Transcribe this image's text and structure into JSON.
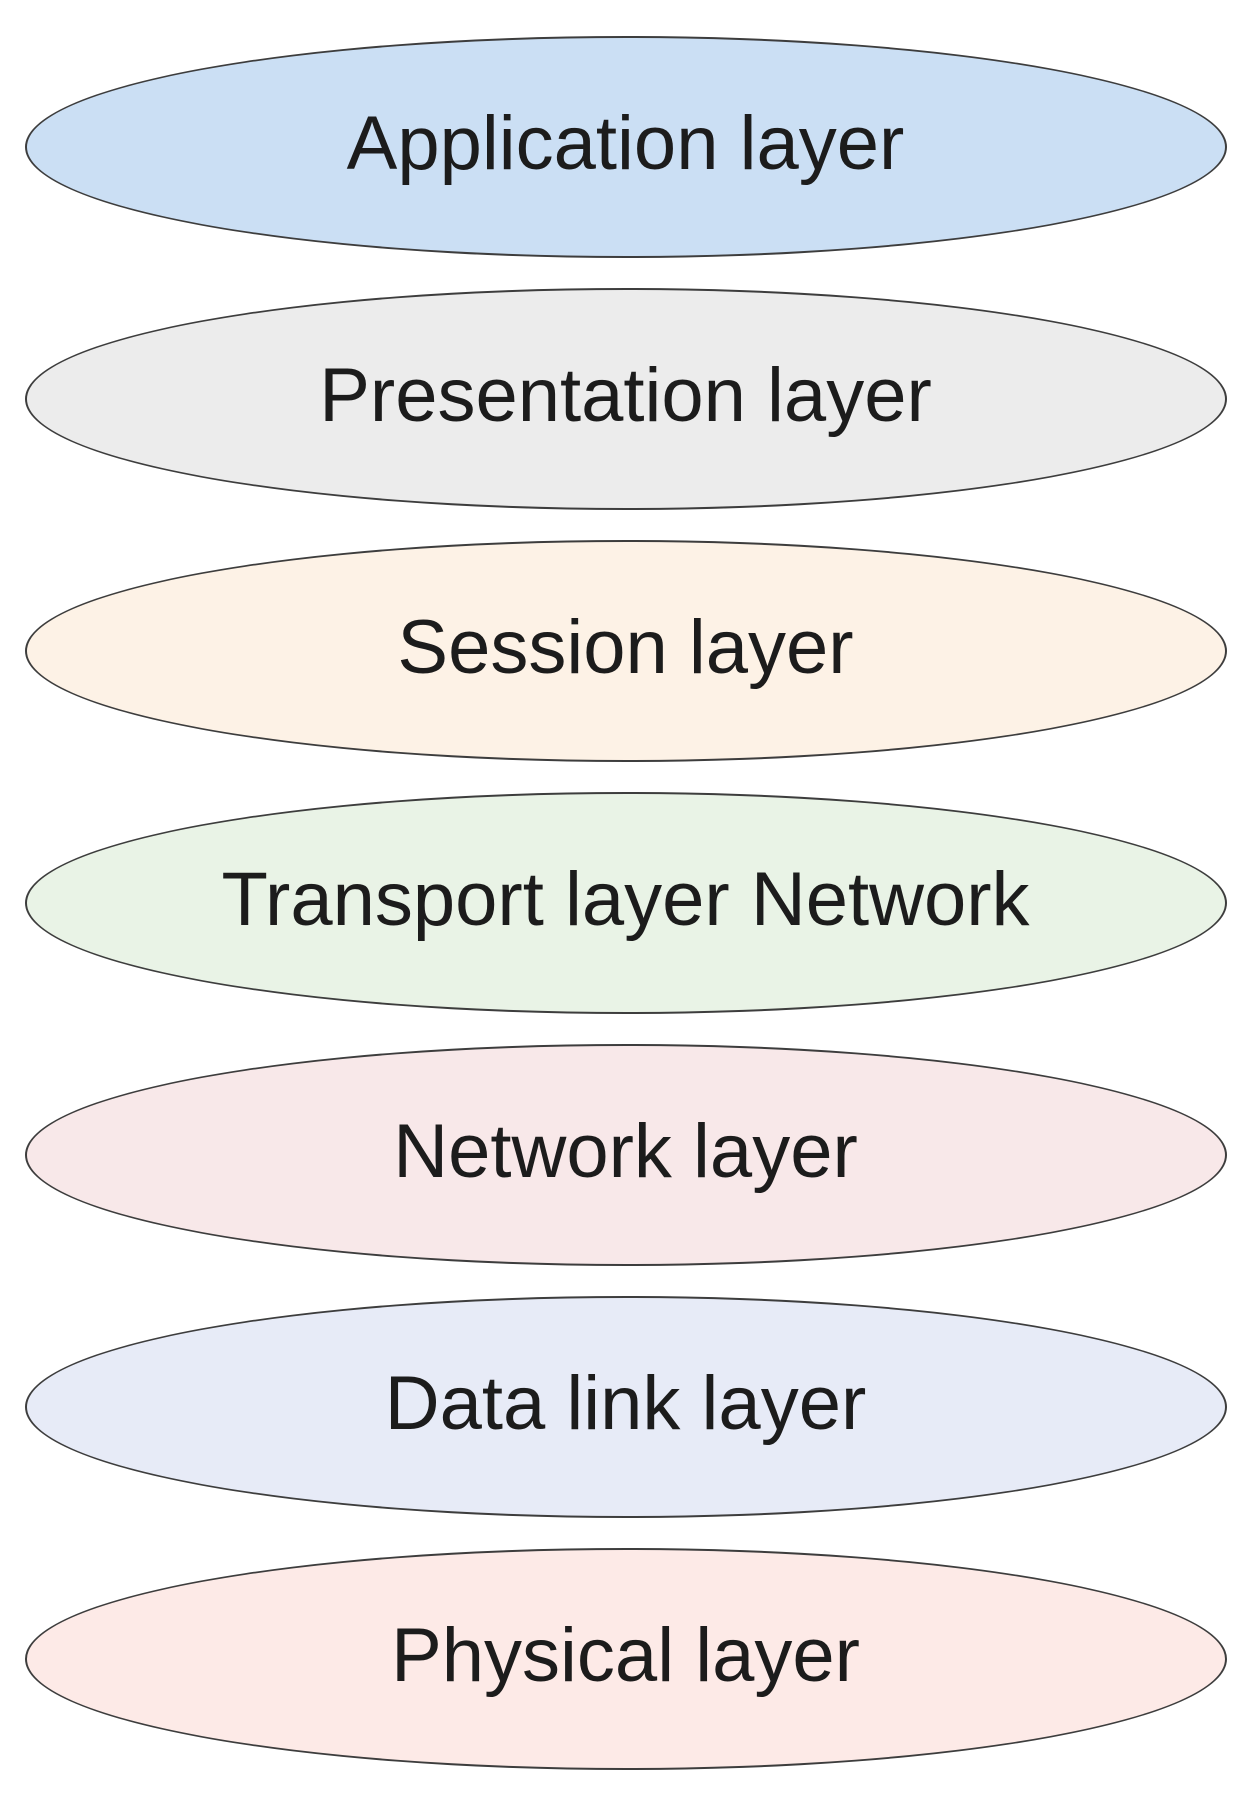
{
  "diagram": {
    "type": "layer-stack",
    "stroke_color": "#3d3d3d",
    "text_color": "#1c1c1c",
    "background_color": "#ffffff",
    "layers": [
      {
        "label": "Application layer",
        "fill": "#cbdff4"
      },
      {
        "label": "Presentation layer",
        "fill": "#ececec"
      },
      {
        "label": "Session layer",
        "fill": "#fdf2e6"
      },
      {
        "label": "Transport layer Network",
        "fill": "#e9f3e6"
      },
      {
        "label": "Network layer",
        "fill": "#f8e8e9"
      },
      {
        "label": "Data link layer",
        "fill": "#e7ebf7"
      },
      {
        "label": "Physical layer",
        "fill": "#fdeae7"
      }
    ]
  }
}
